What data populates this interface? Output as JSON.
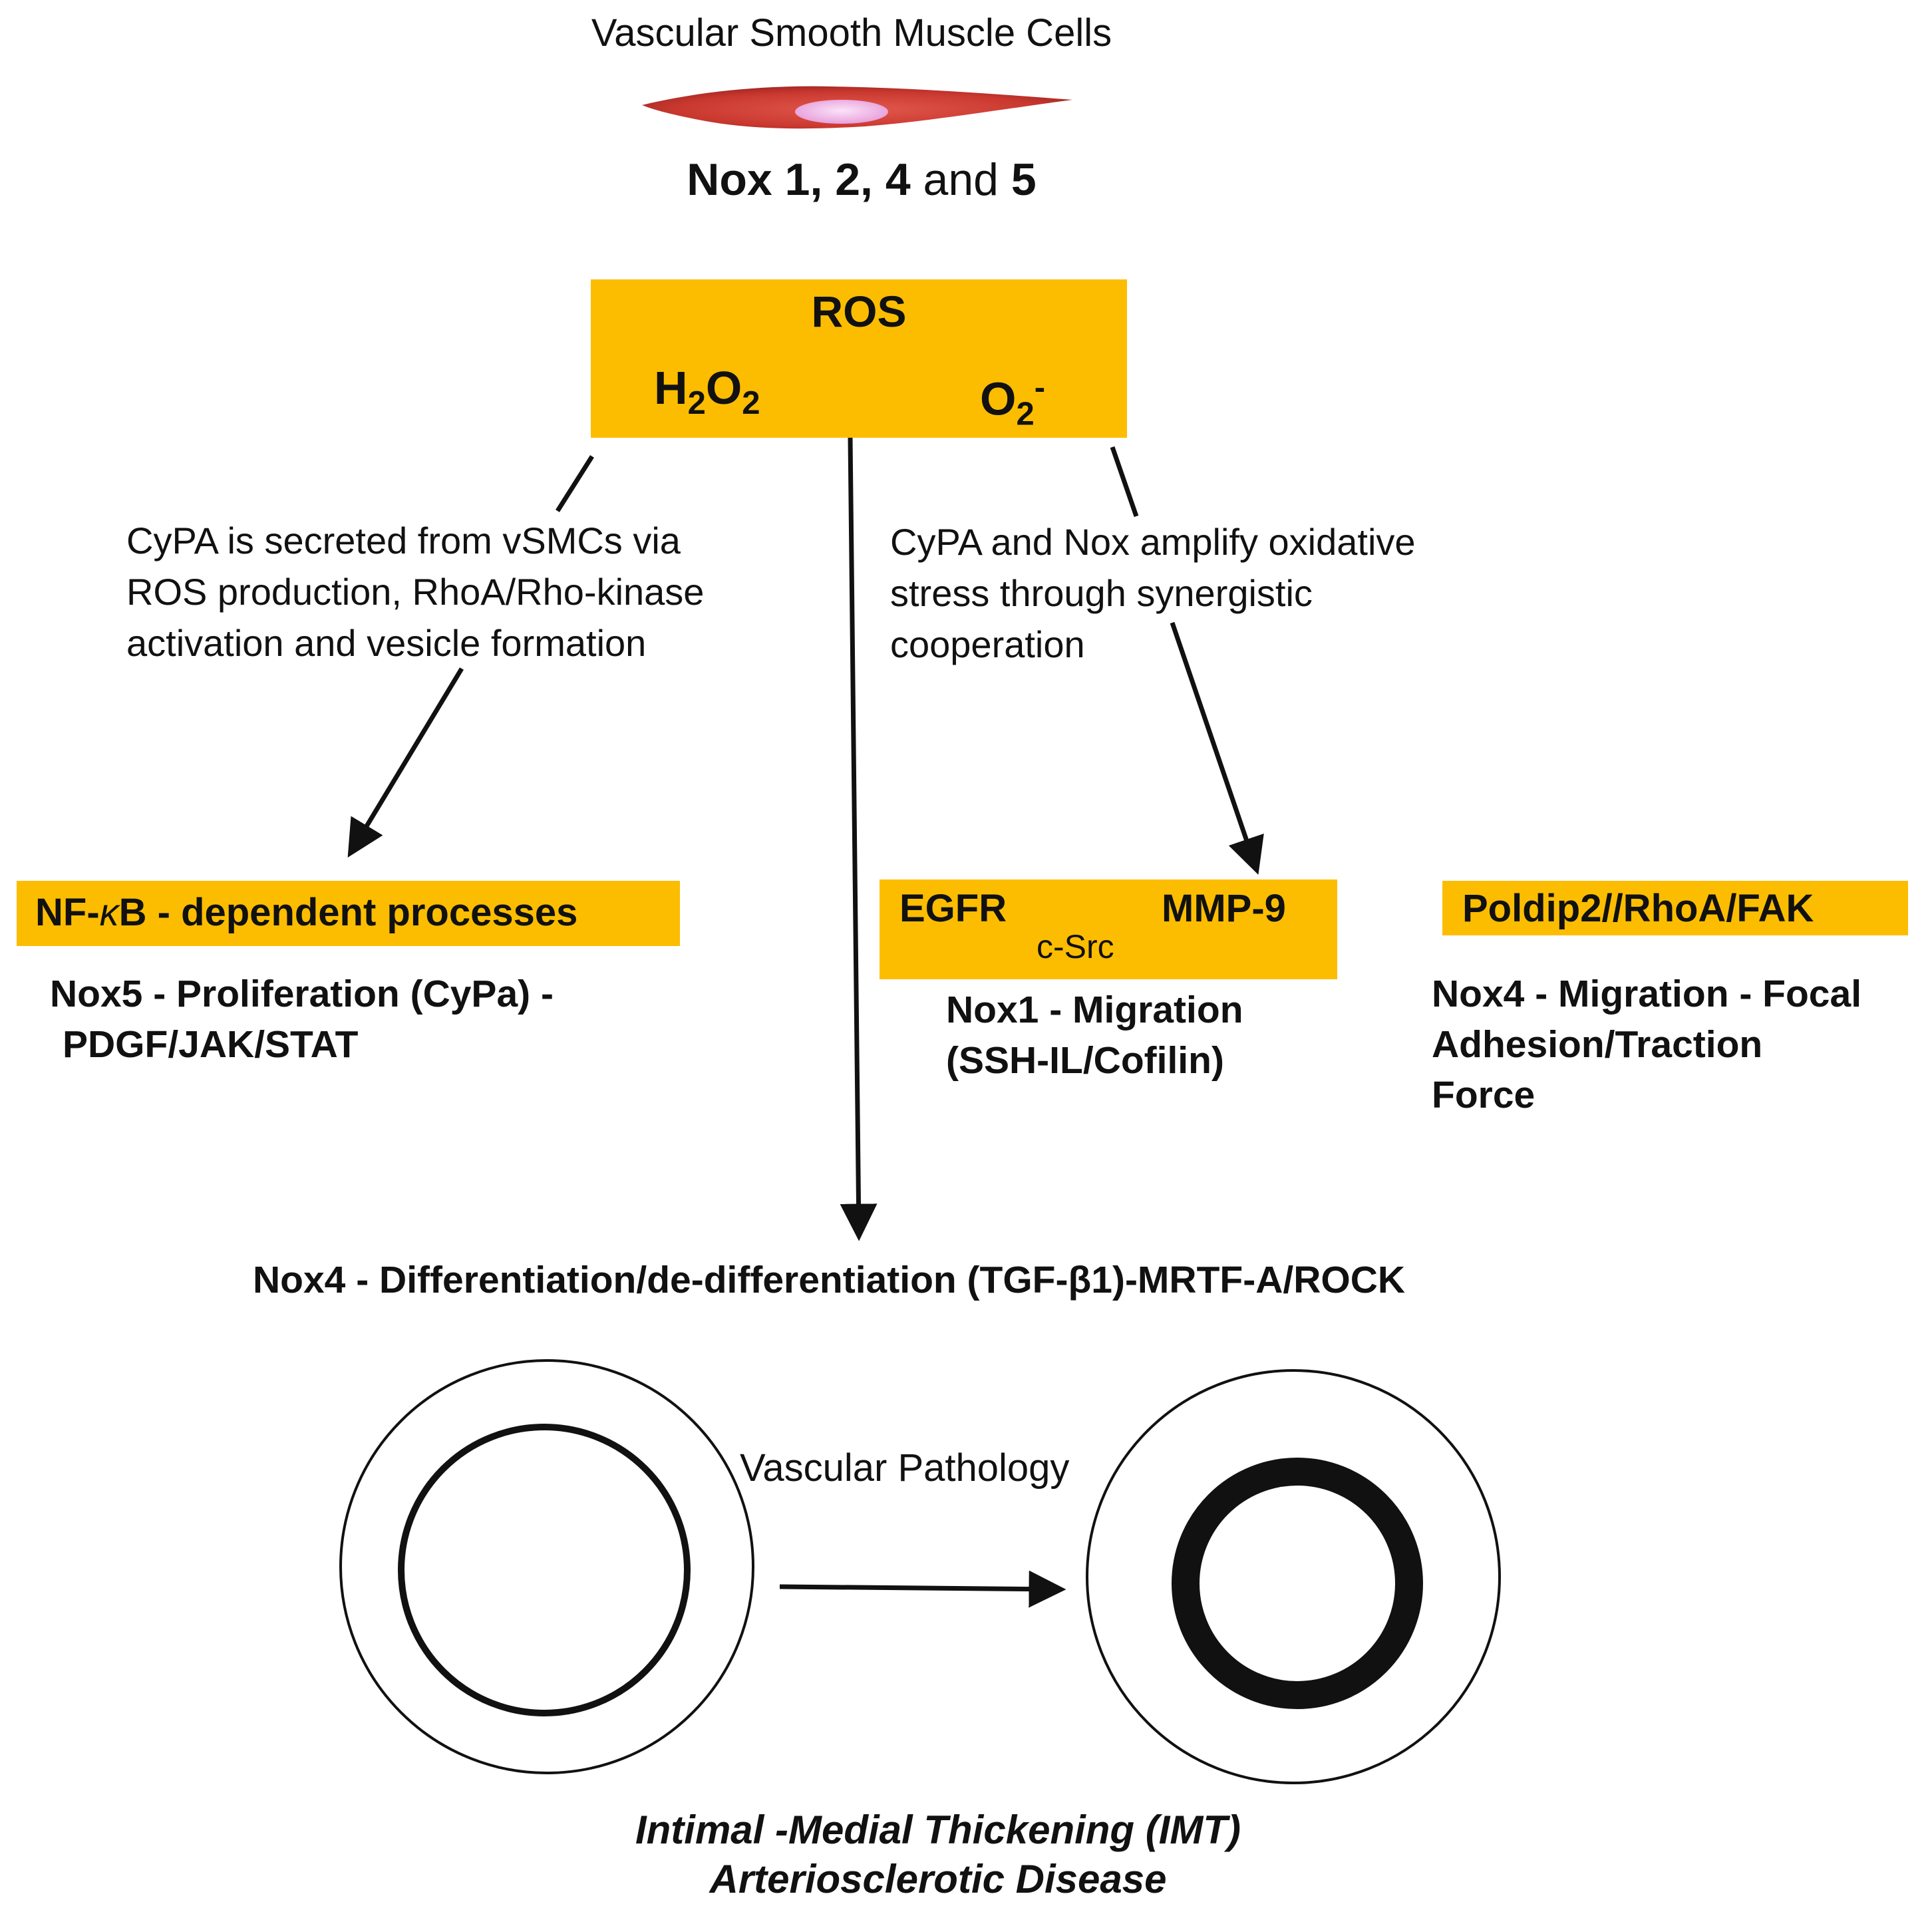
{
  "header": {
    "cell_label": "Vascular Smooth Muscle Cells",
    "nox_line": {
      "prefix": "Nox 1, 2,  4",
      "conj": " and ",
      "last": "5"
    }
  },
  "ros_box": {
    "title": "ROS",
    "h2o2": {
      "h": "H",
      "sub1": "2",
      "o": "O",
      "sub2": "2"
    },
    "superoxide": {
      "o": "O",
      "sub": "2",
      "sup": "-"
    }
  },
  "annotations": {
    "left": "CyPA is secreted from vSMCs via\nROS production, RhoA/Rho-kinase\nactivation and vesicle formation",
    "right": "CyPA and Nox amplify oxidative\nstress through synergistic\ncooperation"
  },
  "boxes": {
    "nfkb": {
      "pre": "NF-",
      "kappa": "κ",
      "post": "B - dependent processes"
    },
    "egfr": {
      "left": "EGFR",
      "right": "MMP-9",
      "via": "c-Src"
    },
    "poldip": "Poldip2//RhoA/FAK"
  },
  "outcomes": {
    "nox5": [
      "Nox5 - Proliferation (CyPa) -",
      "PDGF/JAK/STAT"
    ],
    "nox1": [
      "Nox1 - Migration",
      "(SSH-IL/Cofilin)"
    ],
    "nox4_migration": [
      "Nox4 - Migration - Focal",
      "Adhesion/Traction",
      "Force"
    ],
    "nox4_diff": "Nox4 - Differentiation/de-differentiation (TGF-β1)-MRTF-A/ROCK"
  },
  "pathology": {
    "label": "Vascular Pathology",
    "caption": [
      "Intimal -Medial Thickening (IMT)",
      "Arteriosclerotic Disease"
    ]
  },
  "colors": {
    "box_fill": "#fcbd00",
    "cell_body": "#d9443a",
    "cell_nucleus": "#f4b8ee",
    "line": "#111111"
  }
}
